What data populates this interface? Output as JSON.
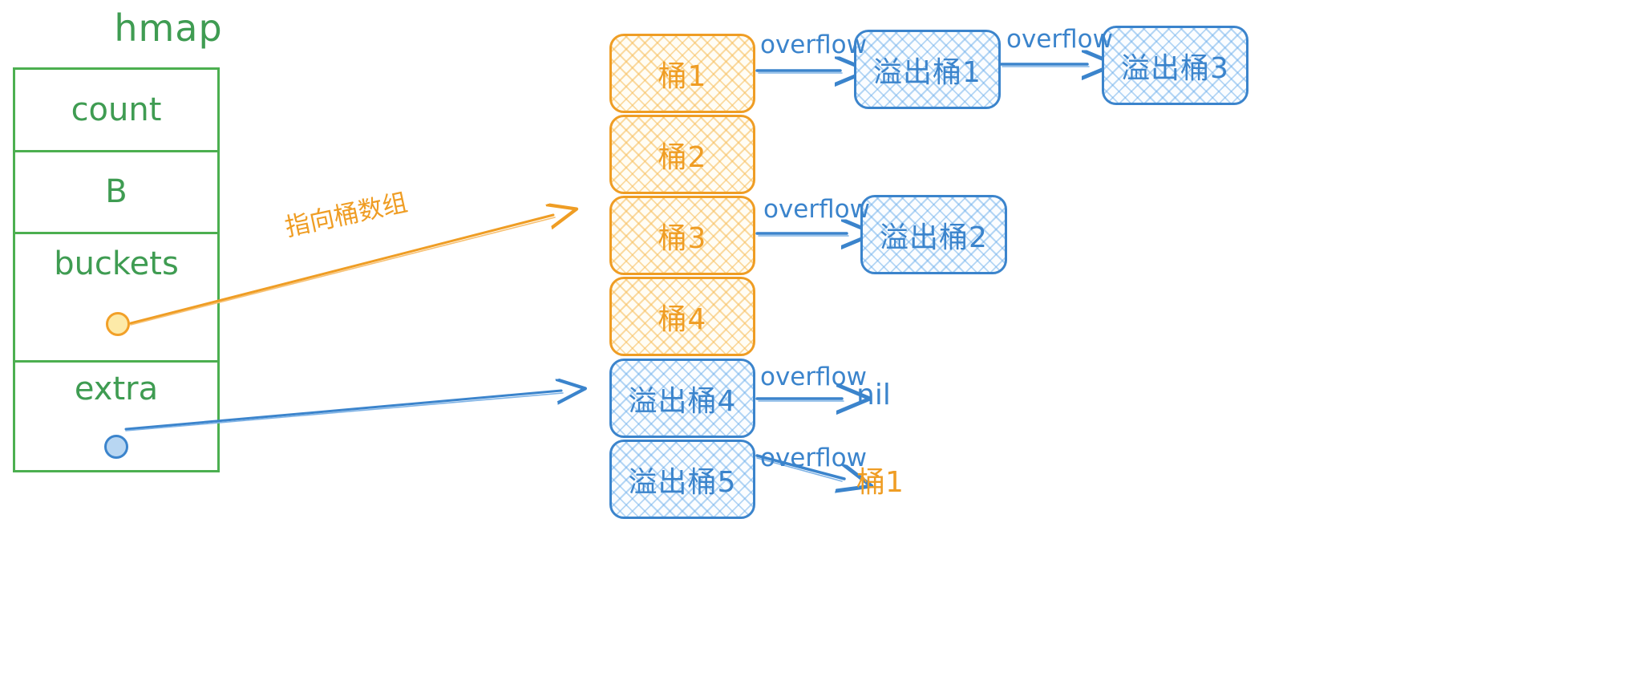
{
  "diagram": {
    "title": "hmap",
    "colors": {
      "struct_green": "#4caf50",
      "bucket_orange": "#ef9d24",
      "overflow_blue": "#3b84cc"
    }
  },
  "hmap": {
    "title": "hmap",
    "fields": [
      {
        "name": "count",
        "label": "count",
        "pointer": null
      },
      {
        "name": "B",
        "label": "B",
        "pointer": null
      },
      {
        "name": "buckets",
        "label": "buckets",
        "pointer": "orange"
      },
      {
        "name": "extra",
        "label": "extra",
        "pointer": "blue"
      }
    ]
  },
  "pointer_labels": {
    "buckets_to_array": "指向桶数组"
  },
  "bucket_array": [
    {
      "id": "bucket1",
      "label": "桶1",
      "kind": "bucket"
    },
    {
      "id": "bucket2",
      "label": "桶2",
      "kind": "bucket"
    },
    {
      "id": "bucket3",
      "label": "桶3",
      "kind": "bucket"
    },
    {
      "id": "bucket4",
      "label": "桶4",
      "kind": "bucket"
    },
    {
      "id": "overflow4",
      "label": "溢出桶4",
      "kind": "overflow"
    },
    {
      "id": "overflow5",
      "label": "溢出桶5",
      "kind": "overflow"
    }
  ],
  "overflow_nodes": [
    {
      "id": "overflow1",
      "label": "溢出桶1"
    },
    {
      "id": "overflow3",
      "label": "溢出桶3"
    },
    {
      "id": "overflow2",
      "label": "溢出桶2"
    }
  ],
  "edges": [
    {
      "from": "bucket1",
      "to": "overflow1",
      "label": "overflow"
    },
    {
      "from": "overflow1",
      "to": "overflow3",
      "label": "overflow"
    },
    {
      "from": "bucket3",
      "to": "overflow2",
      "label": "overflow"
    },
    {
      "from": "overflow4",
      "to": "nil",
      "label": "overflow"
    },
    {
      "from": "overflow5",
      "to": "bucket1ref",
      "label": "overflow"
    }
  ],
  "terminals": {
    "nil": "nil",
    "bucket1_ref": "桶1"
  }
}
